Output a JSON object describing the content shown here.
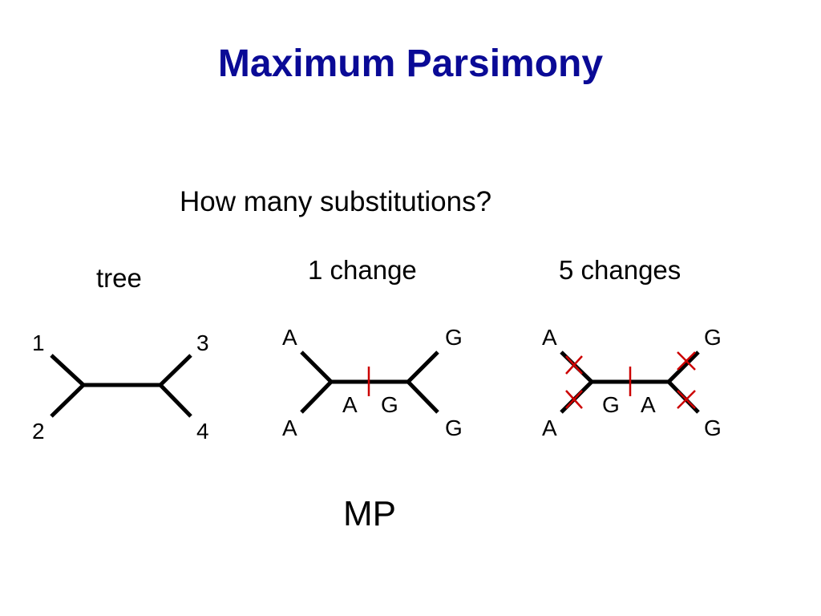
{
  "slide": {
    "title": "Maximum Parsimony",
    "question": "How many substitutions?",
    "footer": "MP"
  },
  "panels": {
    "tree": {
      "title": "tree",
      "leaves": [
        "1",
        "2",
        "3",
        "4"
      ]
    },
    "one_change": {
      "title": "1 change",
      "leaves": [
        "A",
        "A",
        "G",
        "G"
      ],
      "internal": [
        "A",
        "G"
      ]
    },
    "five_changes": {
      "title": "5 changes",
      "leaves": [
        "A",
        "A",
        "G",
        "G"
      ],
      "internal": [
        "G",
        "A"
      ]
    }
  },
  "colors": {
    "title": "#0a0a96",
    "branch": "#000000",
    "change_mark": "#cc0000"
  }
}
